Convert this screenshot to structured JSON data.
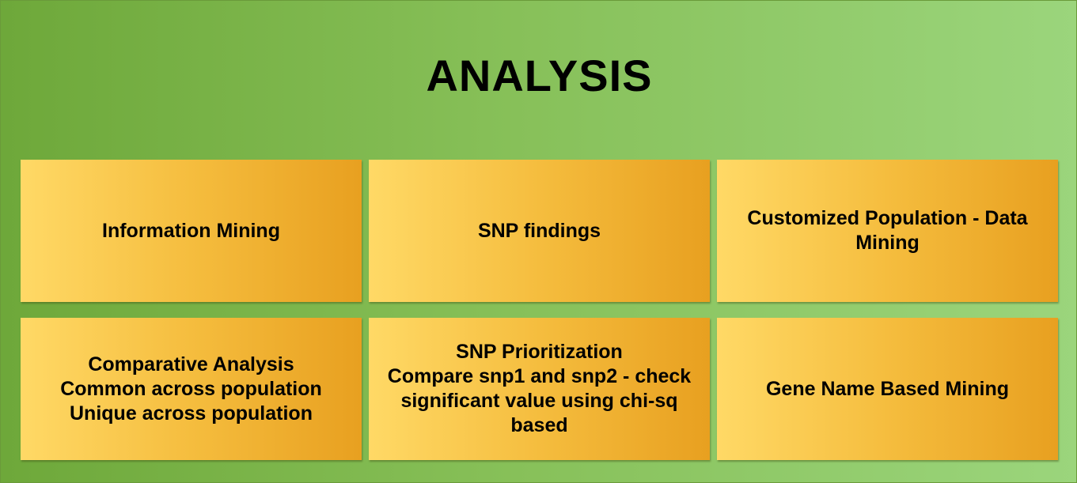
{
  "title": "ANALYSIS",
  "colors": {
    "background_left": "#6ea83a",
    "background_right": "#9bd57c",
    "box_left": "#ffd966",
    "box_right": "#e8a020"
  },
  "boxes": [
    {
      "text": "Information Mining"
    },
    {
      "text": "SNP findings"
    },
    {
      "text": "Customized Population - Data\nMining"
    },
    {
      "text": "Comparative Analysis\nCommon across population\nUnique across population"
    },
    {
      "text": "SNP Prioritization\nCompare snp1 and snp2 - check\nsignificant value using chi-sq\nbased"
    },
    {
      "text": "Gene Name Based Mining"
    }
  ]
}
